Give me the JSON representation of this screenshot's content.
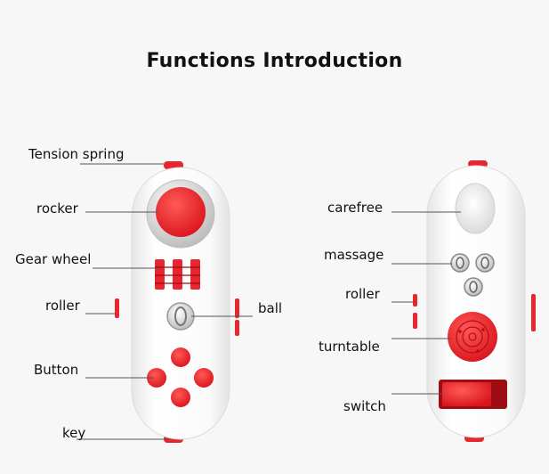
{
  "title": "Functions Introduction",
  "colors": {
    "accent": "#e8262f",
    "body": "#ffffff",
    "background": "#f7f7f7"
  },
  "left_device": {
    "labels": {
      "tension_spring": "Tension spring",
      "rocker": "rocker",
      "gear_wheel": "Gear wheel",
      "roller": "roller",
      "ball": "ball",
      "button": "Button",
      "key": "key"
    }
  },
  "right_device": {
    "labels": {
      "carefree": "carefree",
      "massage": "massage",
      "roller": "roller",
      "turntable": "turntable",
      "switch": "switch"
    }
  }
}
